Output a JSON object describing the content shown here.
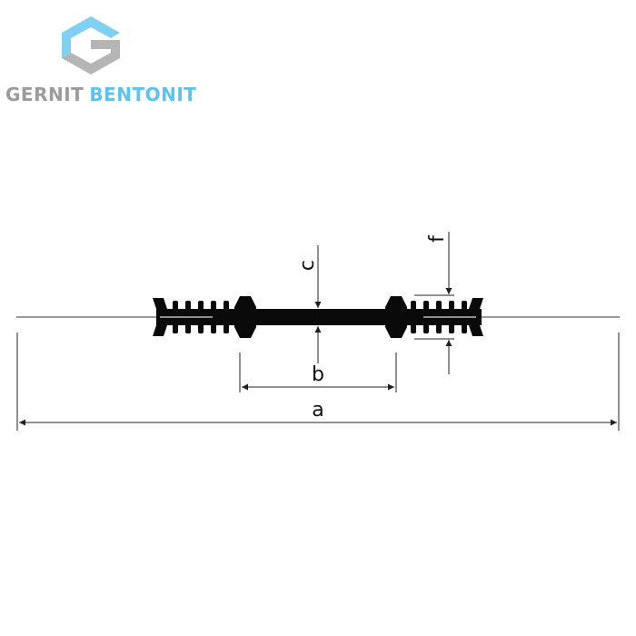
{
  "brand": {
    "name_part1": "GERNIT",
    "name_part2": "BENTONIT",
    "color_gray": "#9b9b9b",
    "color_blue": "#5cc2ee",
    "logo_icon": "hexagon-g-logo-icon"
  },
  "dimensions": {
    "a": "a",
    "b": "b",
    "c": "c",
    "f": "f"
  },
  "colors": {
    "profile": "#0a0a0a",
    "leader": "#999999",
    "dimension_line": "#222222"
  }
}
